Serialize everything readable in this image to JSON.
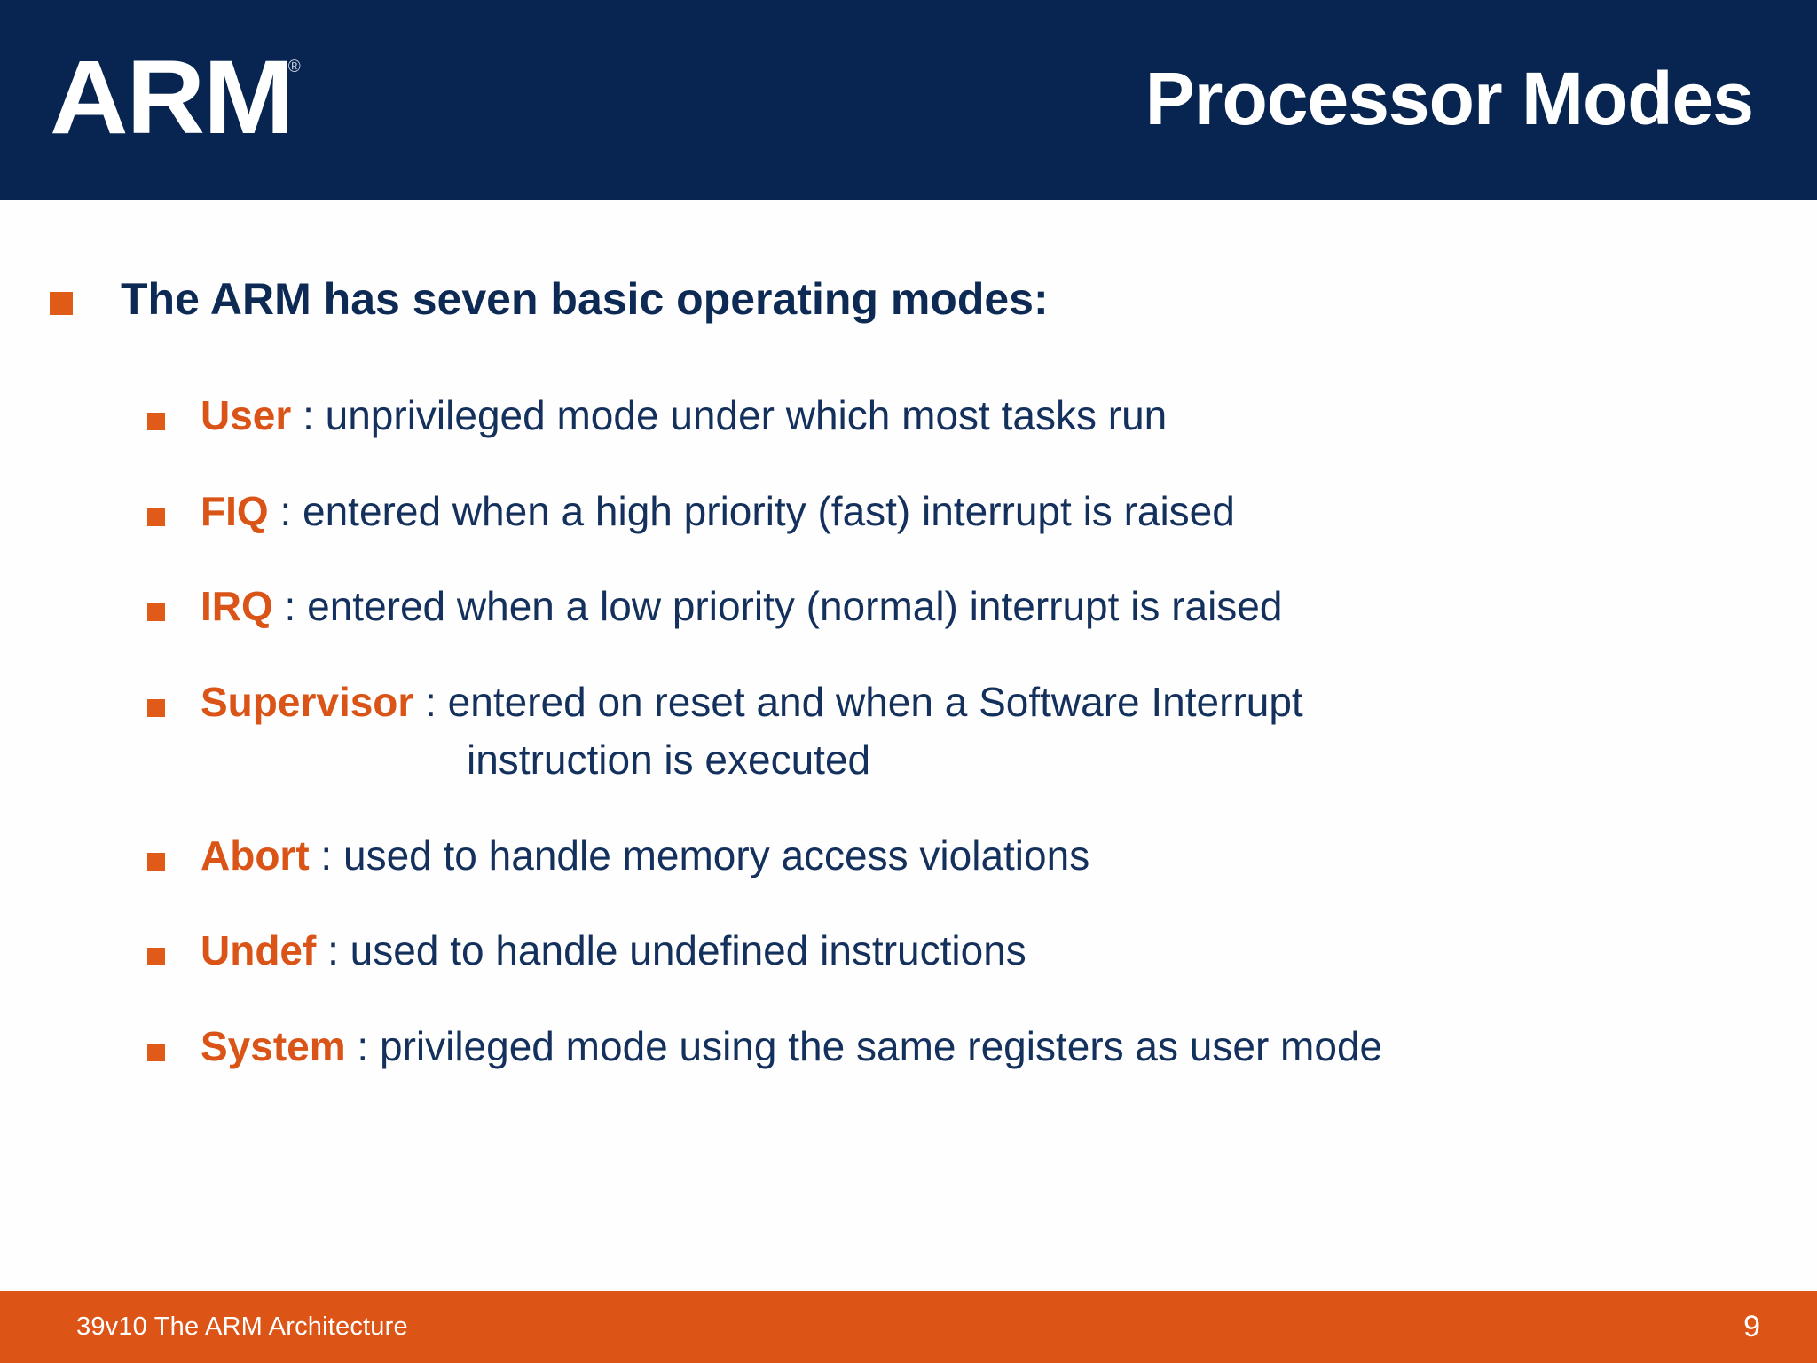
{
  "header": {
    "logo_text": "ARM",
    "logo_trademark": "®",
    "title": "Processor Modes",
    "background_color": "#072550",
    "text_color": "#ffffff"
  },
  "content": {
    "lead": "The ARM has seven basic operating modes:",
    "bullet_color": "#e05a18",
    "name_color": "#da5417",
    "text_color": "#14305c",
    "modes": [
      {
        "name": "User",
        "separator": " : ",
        "description": "unprivileged mode under which most tasks run",
        "continuation": ""
      },
      {
        "name": "FIQ",
        "separator": " : ",
        "description": "entered when a high priority (fast) interrupt is raised",
        "continuation": ""
      },
      {
        "name": "IRQ",
        "separator": " : ",
        "description": "entered when a low priority (normal) interrupt is raised",
        "continuation": ""
      },
      {
        "name": "Supervisor",
        "separator": " : ",
        "description": "entered on reset and when a Software Interrupt",
        "continuation": "instruction is executed"
      },
      {
        "name": "Abort",
        "separator": " : ",
        "description": "used to handle memory access violations",
        "continuation": ""
      },
      {
        "name": "Undef",
        "separator": " : ",
        "description": "used to handle undefined instructions",
        "continuation": ""
      },
      {
        "name": "System",
        "separator": " : ",
        "description": "privileged mode using the same registers as user mode",
        "continuation": ""
      }
    ]
  },
  "footer": {
    "label": "39v10 The ARM Architecture",
    "page_number": "9",
    "background_color": "#dc5416",
    "text_color": "#ffffff"
  }
}
